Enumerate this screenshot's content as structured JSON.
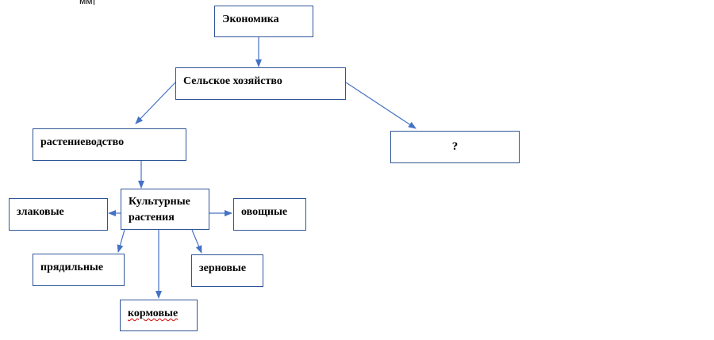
{
  "top_fragment": "мм",
  "nodes": {
    "economy": "Экономика",
    "agriculture": "Сельское хозяйство",
    "crop_production": "растениеводство",
    "unknown": "?",
    "cultivated_plants": "Культурные растения",
    "cereals": "злаковые",
    "vegetables": "овощные",
    "fiber": "прядильные",
    "grain": "зерновые",
    "fodder": "кормовые"
  },
  "colors": {
    "box_border": "#2f5597",
    "arrow": "#4472c4",
    "spellcheck": "#d00000"
  }
}
